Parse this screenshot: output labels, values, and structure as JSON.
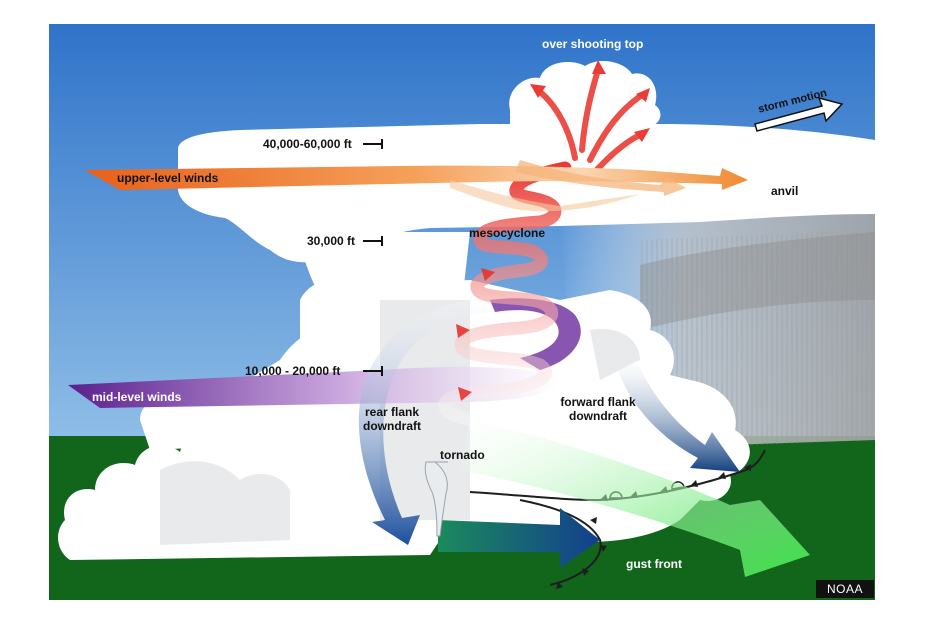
{
  "labels": {
    "overshooting_top": "over shooting top",
    "storm_motion": "storm motion",
    "alt_40k": "40,000-60,000 ft",
    "upper_winds": "upper-level winds",
    "anvil": "anvil",
    "alt_30k": "30,000 ft",
    "mesocyclone": "mesocyclone",
    "alt_10k": "10,000 - 20,000 ft",
    "mid_winds": "mid-level winds",
    "rear_flank": "rear flank downdraft",
    "forward_flank": "forward flank downdraft",
    "tornado": "tornado",
    "gust_front": "gust front"
  },
  "credit": "NOAA",
  "colors": {
    "sky_top": "#2f73c9",
    "sky_bottom": "#a9d3f0",
    "ground": "#11661b",
    "upper_winds": "#f07a1e",
    "mid_winds": "#6a2a9e",
    "updraft": "#e8332e",
    "downdraft": "#1d4f9a",
    "inflow": "#6ee05a"
  },
  "icons": [
    "altitude-marker-icon",
    "storm-motion-arrow-icon",
    "tornado-funnel-icon",
    "gust-front-symbol-icon"
  ]
}
